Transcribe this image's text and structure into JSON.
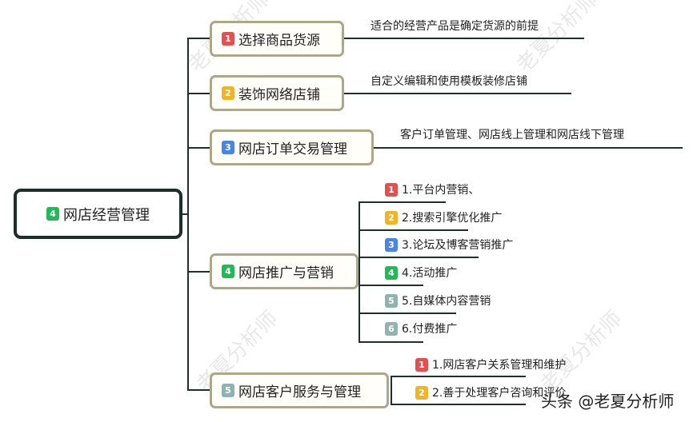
{
  "colors": {
    "red": "#e05252",
    "yellow": "#f0b429",
    "blue": "#4a86e0",
    "green": "#22b959",
    "gray": "#8fb3b3",
    "line": "#1f2f2b",
    "branch_border": "#aba789"
  },
  "root": {
    "badge": "4",
    "label": "网店经营管理"
  },
  "branches": [
    {
      "badge": "1",
      "label": "选择商品货源",
      "children": [
        {
          "label": "适合的经营产品是确定货源的前提"
        }
      ]
    },
    {
      "badge": "2",
      "label": "装饰网络店铺",
      "children": [
        {
          "label": "自定义编辑和使用模板装修店铺"
        }
      ]
    },
    {
      "badge": "3",
      "label": "网店订单交易管理",
      "children": [
        {
          "label": "客户订单管理、网店线上管理和网店线下管理"
        }
      ]
    },
    {
      "badge": "4",
      "label": "网店推广与营销",
      "children": [
        {
          "badge": "1",
          "label": "1.平台内营销、"
        },
        {
          "badge": "2",
          "label": "2.搜索引擎优化推广"
        },
        {
          "badge": "3",
          "label": "3.论坛及博客营销推广"
        },
        {
          "badge": "4",
          "label": "4.活动推广"
        },
        {
          "badge": "5",
          "label": "5.自媒体内容营销"
        },
        {
          "badge": "6",
          "label": "6.付费推广"
        }
      ]
    },
    {
      "badge": "5",
      "label": "网店客户服务与管理",
      "children": [
        {
          "badge": "1",
          "label": "1.网店客户关系管理和维护"
        },
        {
          "badge": "2",
          "label": "2.善于处理客户咨询和评价"
        }
      ]
    }
  ],
  "watermark": "老夏分析师",
  "credit": "头条 @老夏分析师"
}
